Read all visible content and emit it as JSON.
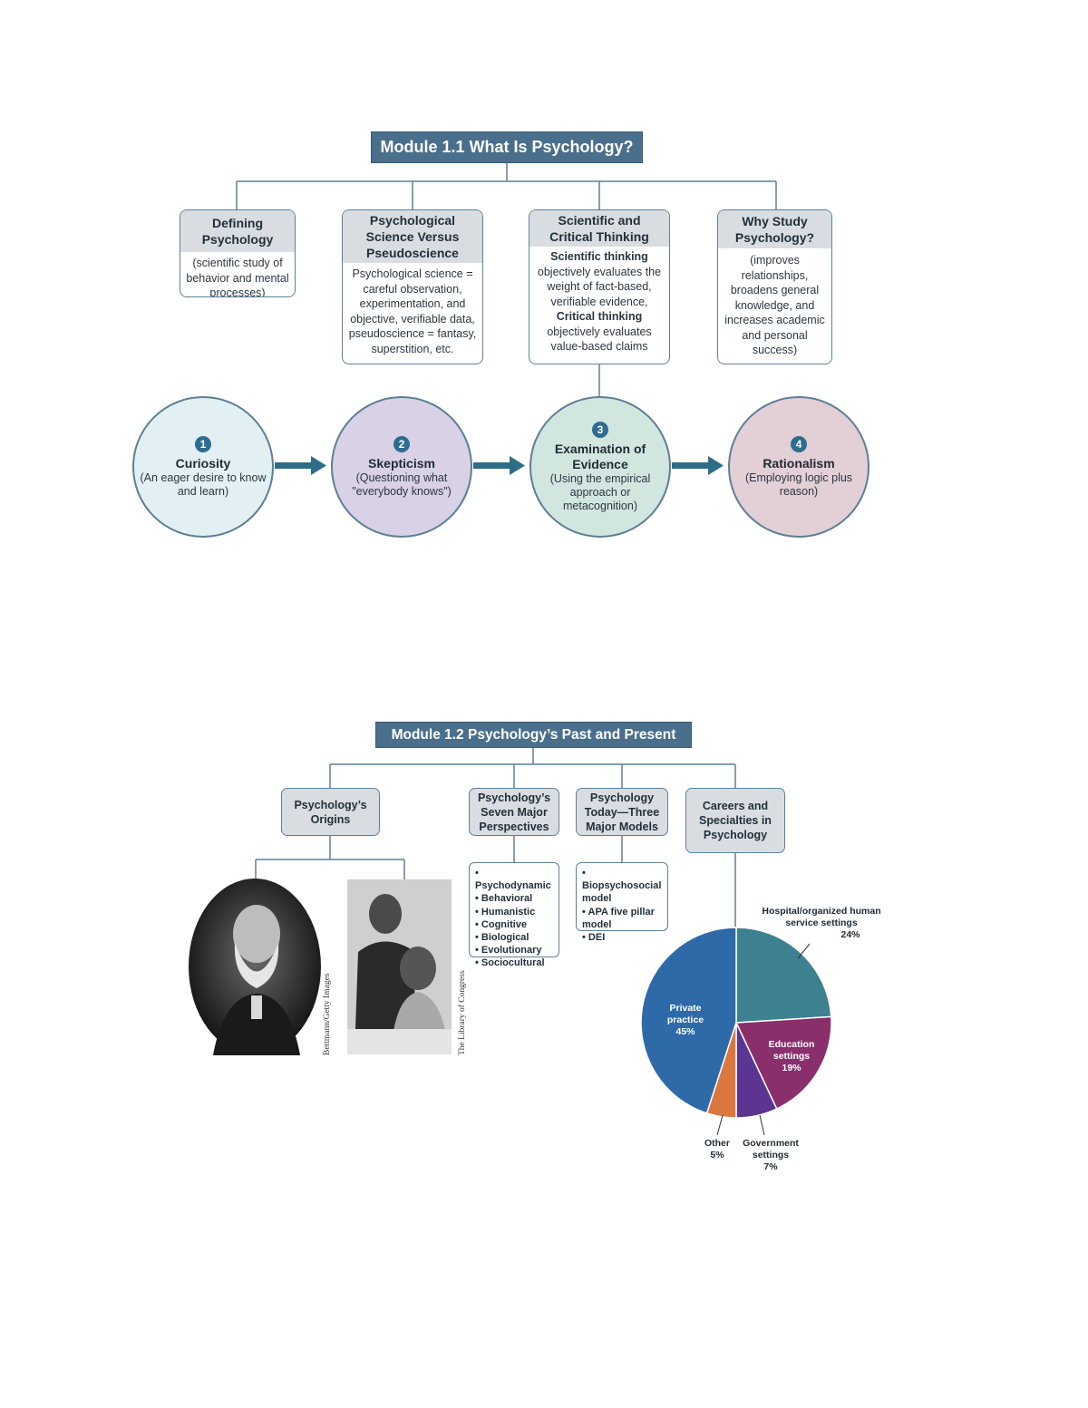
{
  "module1": {
    "title": "Module 1.1 What Is Psychology?",
    "boxes": [
      {
        "title": "Defining Psychology",
        "desc": "(scientific study of behavior and mental processes)"
      },
      {
        "title": "Psychological Science Versus Pseudoscience",
        "desc": "Psychological science = careful observation, experimentation, and objective, verifiable data, pseudoscience = fantasy, superstition, etc."
      },
      {
        "title": "Scientific and Critical Thinking",
        "term1": "Scientific thinking",
        "desc1": "objectively evaluates the weight of fact-based, verifiable evidence,",
        "term2": "Critical thinking",
        "desc2": "objectively evaluates value-based claims"
      },
      {
        "title": "Why Study Psychology?",
        "desc": "(improves relationships, broadens general knowledge, and increases academic and personal success)"
      }
    ],
    "steps": [
      {
        "num": "1",
        "title": "Curiosity",
        "desc": "(An eager desire to know and learn)",
        "color": "#e3f0f3"
      },
      {
        "num": "2",
        "title": "Skepticism",
        "desc": "(Questioning what \"everybody knows\")",
        "color": "#d9d1e6"
      },
      {
        "num": "3",
        "title": "Examination of Evidence",
        "desc": "(Using the empirical approach or metacognition)",
        "color": "#d2e6e0"
      },
      {
        "num": "4",
        "title": "Rationalism",
        "desc": "(Employing logic plus reason)",
        "color": "#e3cfd6"
      }
    ]
  },
  "module2": {
    "title": "Module 1.2 Psychology’s Past and Present",
    "boxes": [
      {
        "title": "Psychology’s Origins"
      },
      {
        "title": "Psychology’s Seven Major Perspectives"
      },
      {
        "title": "Psychology Today—Three Major Models"
      },
      {
        "title": "Careers and Specialties in Psychology"
      }
    ],
    "perspectives": [
      "Psychodynamic",
      "Behavioral",
      "Humanistic",
      "Cognitive",
      "Biological",
      "Evolutionary",
      "Sociocultural"
    ],
    "models": [
      "Biopsychosocial model",
      "APA five pillar model",
      "DEI"
    ],
    "photo_credits": [
      "Bettmann/Getty Images",
      "The Library of Congress"
    ]
  },
  "chart_data": {
    "type": "pie",
    "slices": [
      {
        "label": "Hospital/organized human service settings",
        "value": 24,
        "display": "24%",
        "color": "#3e8191"
      },
      {
        "label": "Education settings",
        "value": 19,
        "display": "19%",
        "color": "#8a2f6c"
      },
      {
        "label": "Government settings",
        "value": 7,
        "display": "7%",
        "color": "#5b3591"
      },
      {
        "label": "Other",
        "value": 5,
        "display": "5%",
        "color": "#d9773f"
      },
      {
        "label": "Private practice",
        "value": 45,
        "display": "45%",
        "color": "#2f6aa8"
      }
    ]
  },
  "colors": {
    "title_bar": "#4a6f8c",
    "connector": "#5f7f97",
    "arrow": "#2f6d86"
  }
}
